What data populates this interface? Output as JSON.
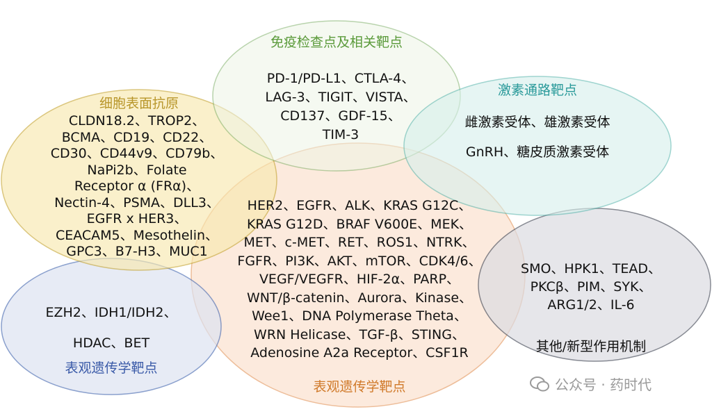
{
  "groups": [
    {
      "id": "immune",
      "title": "免疫检查点及相关靶点",
      "color": "#5a9a3a",
      "fill": "#eef5e6",
      "stroke": "#7fb069",
      "lines": [
        "PD-1/PD-L1、CTLA-4、",
        "LAG-3、TIGIT、VISTA、",
        "CD137、GDF-15、",
        "TIM-3"
      ]
    },
    {
      "id": "surface",
      "title": "细胞表面抗原",
      "color": "#b8962a",
      "fill": "#f8e9b0",
      "stroke": "#c8a93a",
      "lines": [
        "CLDN18.2、TROP2、",
        "BCMA、CD19、CD22、",
        "CD30、CD44v9、CD79b、",
        "NaPi2b、Folate",
        "Receptor α (FRα)、",
        "Nectin-4、PSMA、DLL3、",
        "EGFR x HER3、",
        "CEACAM5、Mesothelin、",
        "GPC3、B7-H3、MUC1"
      ]
    },
    {
      "id": "hormone",
      "title": "激素通路靶点",
      "color": "#2a9a9a",
      "fill": "#d7f0ec",
      "stroke": "#5fb8b0",
      "lines": [
        "雌激素受体、雄激素受体",
        "GnRH、糖皮质激素受体"
      ]
    },
    {
      "id": "signaling",
      "title": "表观遗传学靶点",
      "color": "#d07a2a",
      "fill": "#fbe3d2",
      "stroke": "#e8a878",
      "lines": [
        "HER2、EGFR、ALK、KRAS G12C、",
        "KRAS G12D、BRAF V600E、MEK、",
        "MET、c-MET、RET、ROS1、NTRK、",
        "FGFR、PI3K、AKT、mTOR、CDK4/6、",
        "VEGF/VEGFR、HIF-2α、PARP、",
        "WNT/β-catenin、Aurora、Kinase、",
        "Wee1、DNA Polymerase Theta、",
        "WRN Helicase、TGF-β、STING、",
        "Adenosine A2a Receptor、CSF1R"
      ]
    },
    {
      "id": "other",
      "title": "其他/新型作用机制",
      "color": "#111111",
      "fill": "#dcdce2",
      "stroke": "#555a66",
      "lines": [
        "SMO、HPK1、TEAD、",
        "PKCβ、PIM、SYK、",
        "ARG1/2、IL-6"
      ]
    },
    {
      "id": "epigenetic",
      "title": "表观遗传学靶点",
      "color": "#3a5aa8",
      "fill": "#dde3f2",
      "stroke": "#5a78b8",
      "lines": [
        "EZH2、IDH1/IDH2、",
        "HDAC、BET"
      ]
    }
  ],
  "watermark": "公众号 · 药时代"
}
